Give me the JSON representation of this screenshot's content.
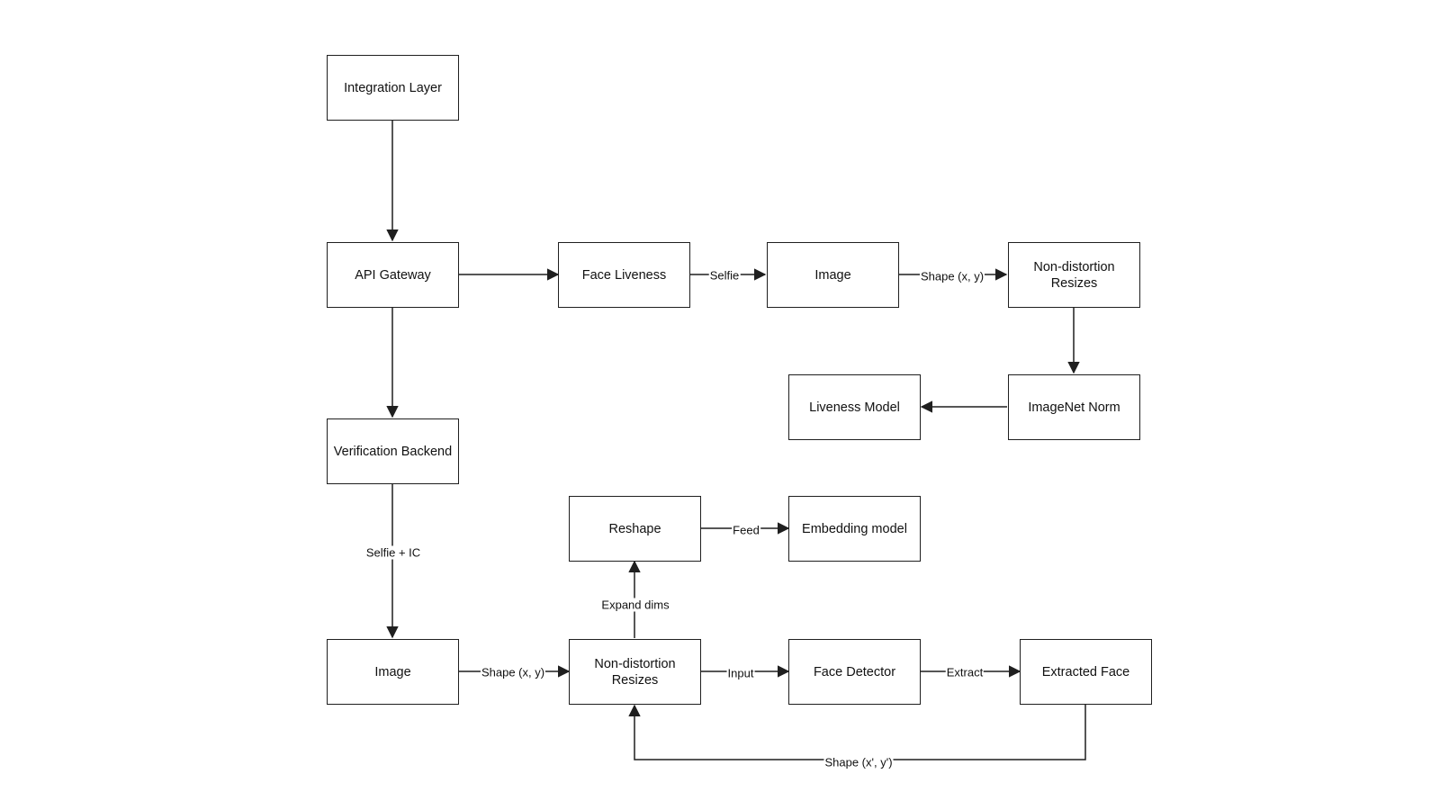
{
  "nodes": {
    "integration_layer": "Integration Layer",
    "api_gateway": "API Gateway",
    "verification_backend": "Verification Backend",
    "image_bottom": "Image",
    "resize_bottom": "Non-distortion\nResizes",
    "reshape": "Reshape",
    "embedding_model": "Embedding model",
    "face_detector": "Face Detector",
    "extracted_face": "Extracted Face",
    "face_liveness": "Face Liveness",
    "image_top": "Image",
    "resize_top": "Non-distortion\nResizes",
    "imagenet_norm": "ImageNet Norm",
    "liveness_model": "Liveness Model"
  },
  "edges": {
    "liveness_to_image": "Selfie",
    "image_to_resize_top": "Shape (x, y)",
    "backend_to_image": "Selfie + IC",
    "image_to_resize_bottom": "Shape (x, y)",
    "resize_to_reshape": "Expand dims",
    "reshape_to_embedding": "Feed",
    "resize_to_detector": "Input",
    "detector_to_extracted": "Extract",
    "extracted_to_resize": "Shape (x', y')"
  }
}
